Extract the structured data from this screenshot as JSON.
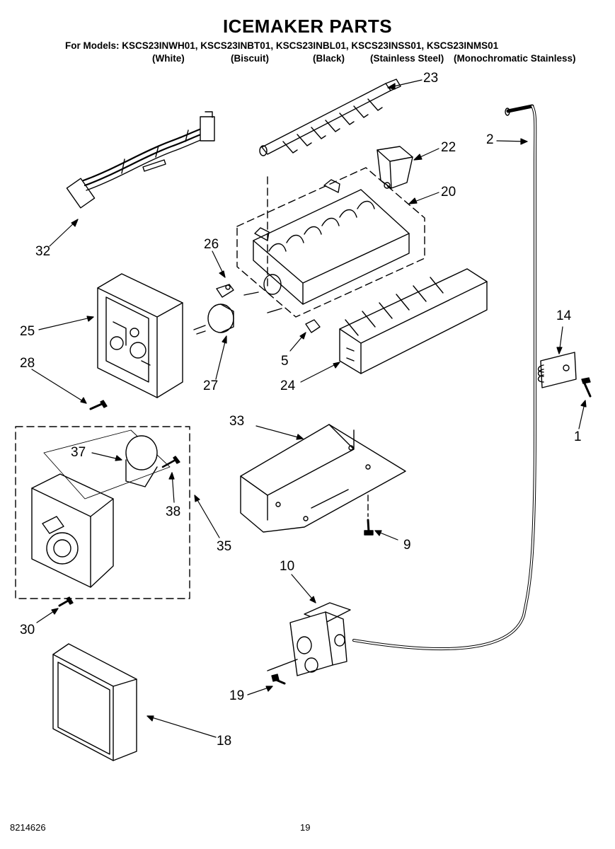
{
  "header": {
    "title": "ICEMAKER PARTS",
    "models_line": "For Models: KSCS23INWH01, KSCS23INBT01, KSCS23INBL01, KSCS23INSS01, KSCS23INMS01",
    "colors": [
      "(White)",
      "(Biscuit)",
      "(Black)",
      "(Stainless Steel)",
      "(Monochromatic Stainless)"
    ]
  },
  "callouts": {
    "c23": "23",
    "c22": "22",
    "c20": "20",
    "c2": "2",
    "c32": "32",
    "c26": "26",
    "c25": "25",
    "c27": "27",
    "c5": "5",
    "c24": "24",
    "c28": "28",
    "c14": "14",
    "c1": "1",
    "c33": "33",
    "c37": "37",
    "c38": "38",
    "c35": "35",
    "c9": "9",
    "c10": "10",
    "c30": "30",
    "c19": "19",
    "c18": "18"
  },
  "footer": {
    "doc_number": "8214626",
    "page_number": "19"
  }
}
